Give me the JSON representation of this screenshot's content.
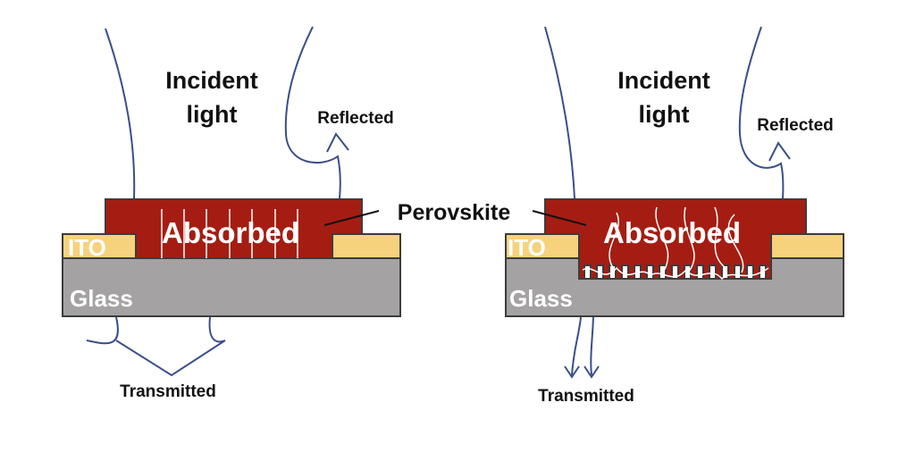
{
  "colors": {
    "perovskite": "#a51d12",
    "perovskite_edge": "#3c3c3c",
    "ito": "#f6d27c",
    "glass": "#a5a2a3",
    "ray": "#3a4f8a",
    "scatter": "#ffffff"
  },
  "left_panel": {
    "incident_line1": "Incident",
    "incident_line2": "light",
    "reflected": "Reflected",
    "absorbed": "Absorbed",
    "ito": "ITO",
    "glass": "Glass",
    "transmitted": "Transmitted"
  },
  "right_panel": {
    "incident_line1": "Incident",
    "incident_line2": "light",
    "reflected": "Reflected",
    "absorbed": "Absorbed",
    "ito": "ITO",
    "glass": "Glass",
    "transmitted": "Transmitted"
  },
  "shared": {
    "perovskite": "Perovskite"
  }
}
